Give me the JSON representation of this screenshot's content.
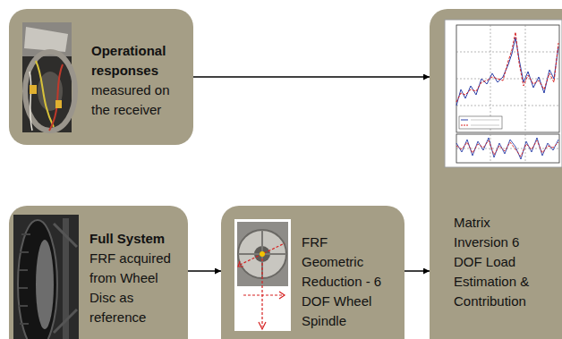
{
  "diagram": {
    "nodes": [
      {
        "text": [
          "Operational responses",
          "measured on the receiver"
        ]
      },
      {
        "text": [
          "Full System",
          "FRF acquired from Wheel Disc as reference"
        ]
      },
      {
        "text": [
          "FRF Geometric Reduction - 6 DOF Wheel Spindle"
        ]
      },
      {
        "text": [
          "Matrix Inversion 6 DOF Load Estimation & Contribution"
        ]
      }
    ],
    "edges": [
      {
        "from": 0,
        "to": 3,
        "arrow": "to"
      },
      {
        "from": 1,
        "to": 2,
        "arrow": "to"
      },
      {
        "from": 2,
        "to": 3,
        "arrow": "to"
      }
    ]
  }
}
